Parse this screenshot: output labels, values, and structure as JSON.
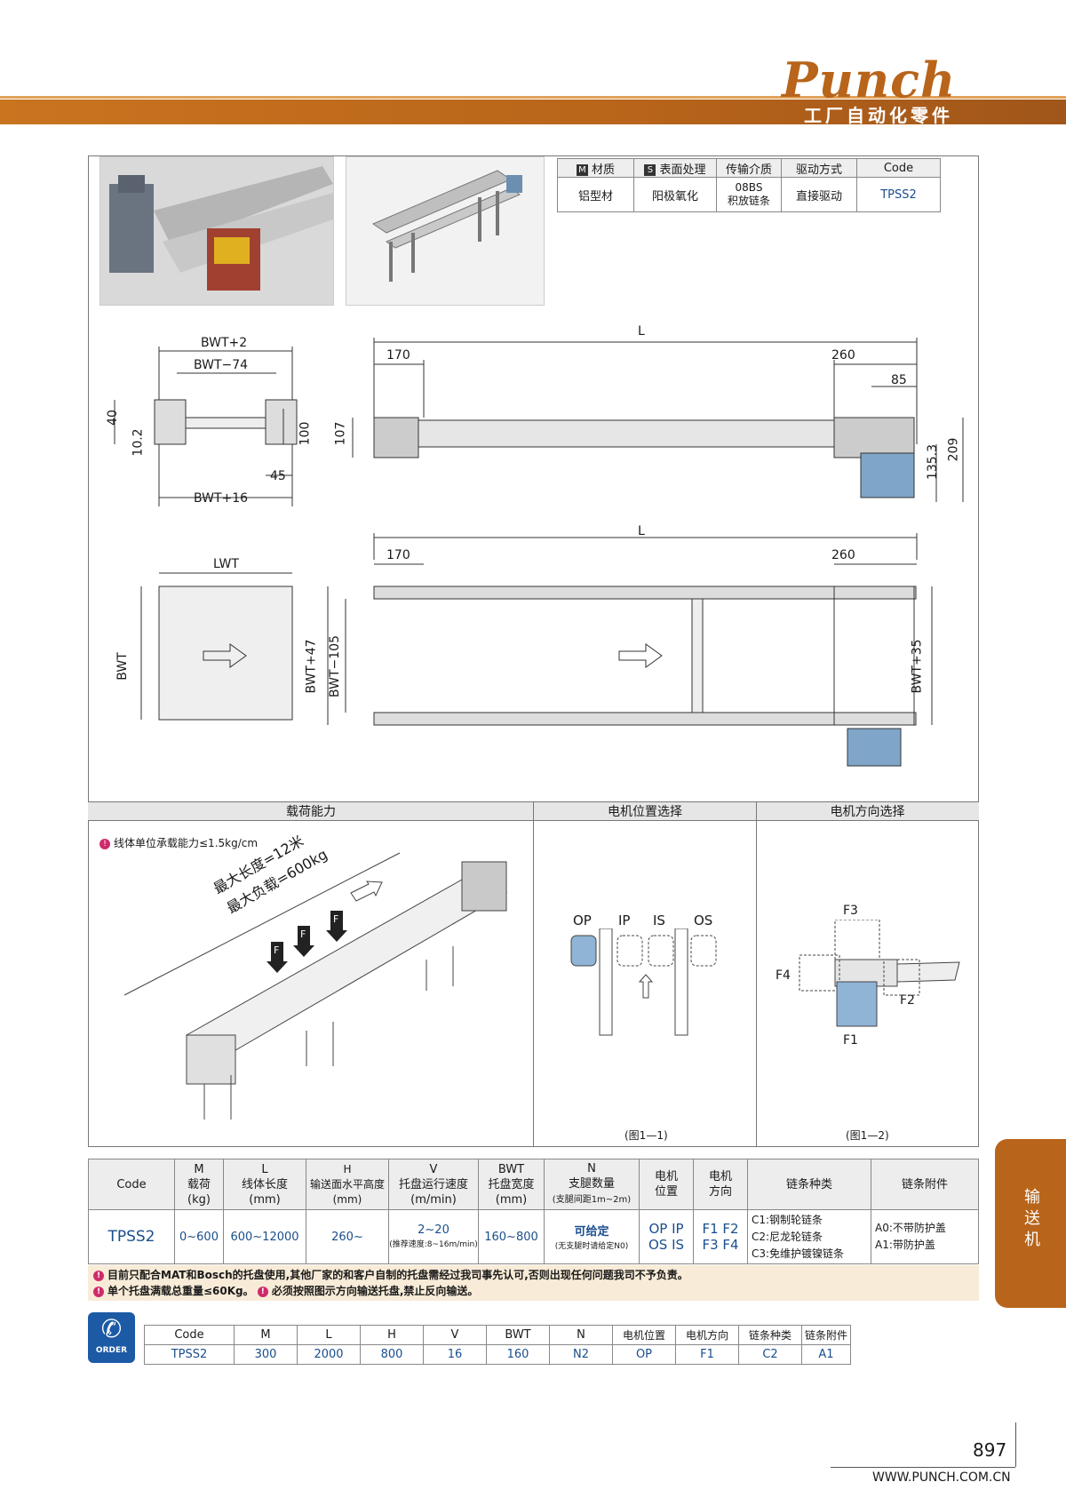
{
  "header": {
    "logo": "Punch",
    "slogan": "工厂自动化零件"
  },
  "spec_table": {
    "headers": [
      "材质",
      "表面处理",
      "传输介质",
      "驱动方式",
      "Code"
    ],
    "material_mark": "M",
    "surface_mark": "S",
    "values": [
      "铝型材",
      "阳极氧化",
      "08BS",
      "积放链条",
      "直接驱动",
      "TPSS2"
    ]
  },
  "dims": {
    "bwt_plus2": "BWT+2",
    "bwt_minus74": "BWT−74",
    "bwt_plus16": "BWT+16",
    "d40": "40",
    "d10_2": "10.2",
    "d100": "100",
    "d45": "45",
    "L": "L",
    "d170": "170",
    "d260": "260",
    "d85": "85",
    "d107": "107",
    "d135_3": "135.3",
    "d209": "209",
    "lwt": "LWT",
    "bwt": "BWT",
    "bwt_plus47": "BWT+47",
    "bwt_minus105": "BWT−105",
    "bwt_plus35": "BWT+35"
  },
  "sections": {
    "load": "载荷能力",
    "motor_pos": "电机位置选择",
    "motor_dir": "电机方向选择"
  },
  "load": {
    "note": "线体单位承载能力≤1.5kg/cm",
    "max_len": "最大长度=12米",
    "max_load": "最大负载=600kg",
    "force": "F"
  },
  "motor_pos": {
    "labels": [
      "OP",
      "IP",
      "IS",
      "OS"
    ],
    "caption": "(图1—1)"
  },
  "motor_dir": {
    "labels": [
      "F3",
      "F4",
      "F2",
      "F1"
    ],
    "caption": "(图1—2)"
  },
  "param_table": {
    "head": [
      [
        "Code"
      ],
      [
        "M",
        "载荷",
        "(kg)"
      ],
      [
        "L",
        "线体长度",
        "(mm)"
      ],
      [
        "H",
        "输送面水平高度",
        "(mm)"
      ],
      [
        "V",
        "托盘运行速度",
        "(m/min)"
      ],
      [
        "BWT",
        "托盘宽度",
        "(mm)"
      ],
      [
        "N",
        "支腿数量",
        "(支腿间距1m~2m)"
      ],
      [
        "电机",
        "位置"
      ],
      [
        "电机",
        "方向"
      ],
      [
        "链条种类"
      ],
      [
        "链条附件"
      ]
    ],
    "code": "TPSS2",
    "m": "0~600",
    "l": "600~12000",
    "h": "260~",
    "v": "2~20",
    "v_note": "(推荐速度:8~16m/min)",
    "bwt": "160~800",
    "n": "可给定",
    "n_note": "(无支腿时请给定N0)",
    "pos1": "OP  IP",
    "pos2": "OS  IS",
    "dir1": "F1  F2",
    "dir2": "F3  F4",
    "chain": [
      "C1:钢制轮链条",
      "C2:尼龙轮链条",
      "C3:免维护镀镍链条"
    ],
    "attach": [
      "A0:不带防护盖",
      "A1:带防护盖"
    ]
  },
  "notes": [
    "目前只配合MAT和Bosch的托盘使用,其他厂家的和客户自制的托盘需经过我司事先认可,否则出现任何问题我司不予负责。",
    "单个托盘满载总重量≤60Kg。",
    "必须按照图示方向输送托盘,禁止反向输送。"
  ],
  "order": {
    "icon_label": "ORDER",
    "head": [
      "Code",
      "M",
      "L",
      "H",
      "V",
      "BWT",
      "N",
      "电机位置",
      "电机方向",
      "链条种类",
      "链条附件"
    ],
    "example": [
      "TPSS2",
      "300",
      "2000",
      "800",
      "16",
      "160",
      "N2",
      "OP",
      "F1",
      "C2",
      "A1"
    ]
  },
  "side_tab": "输送机",
  "footer": {
    "page": "897",
    "url": "WWW.PUNCH.COM.CN"
  }
}
